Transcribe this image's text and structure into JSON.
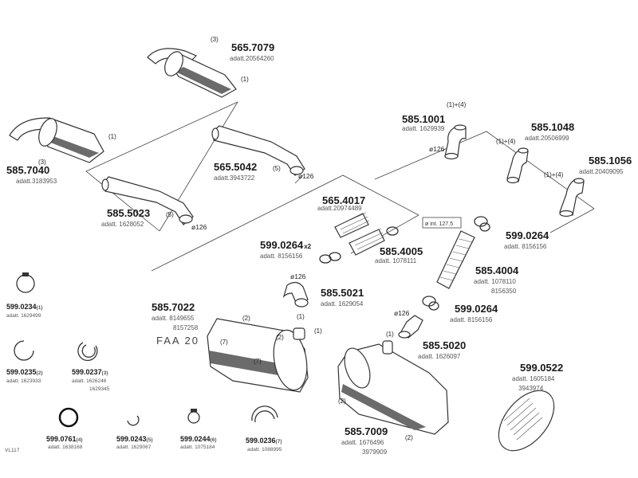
{
  "labels": {
    "p1": {
      "pn": "565.7079",
      "adatt": "adatt.20564260"
    },
    "p2": {
      "pn": "585.7040",
      "adatt": "adatt.3183953"
    },
    "p3": {
      "pn": "565.5042",
      "adatt": "adatt.3943722"
    },
    "p4": {
      "pn": "585.5023",
      "adatt": "adatt. 1628052"
    },
    "p5": {
      "pn": "565.4017",
      "adatt": "adatt.20974489"
    },
    "p6": {
      "pn": "599.0264",
      "suffix": "x2",
      "adatt": "adatt. 8156156"
    },
    "p7": {
      "pn": "585.4005",
      "adatt": "adatt. 1078111"
    },
    "p8": {
      "pn": "585.5021",
      "adatt": "adatt. 1629054"
    },
    "p9": {
      "pn": "585.1001",
      "adatt": "adatt. 1629939"
    },
    "p10": {
      "pn": "585.1048",
      "adatt": "adatt.20506999"
    },
    "p11": {
      "pn": "585.1056",
      "adatt": "adatt.20409095"
    },
    "p12": {
      "pn": "599.0264",
      "adatt": "adatt. 8156156"
    },
    "p13": {
      "pn": "585.4004",
      "adatt": "adatt. 1078110",
      "adatt2": "8156350"
    },
    "p14": {
      "pn": "599.0264",
      "adatt": "adatt. 8156156"
    },
    "p15": {
      "pn": "585.7022",
      "adatt": "adatt. 8149655",
      "adatt2": "8157258"
    },
    "p16": {
      "pn": "585.5020",
      "adatt": "adatt. 1626097"
    },
    "p17": {
      "pn": "599.0522",
      "adatt": "adatt. 1605184",
      "adatt2": "3943974"
    },
    "p18": {
      "pn": "585.7009",
      "adatt": "adatt. 1676496",
      "adatt2": "3979909"
    },
    "c1": {
      "pn": "599.0234",
      "qty": "(1)",
      "adatt": "adatt. 1629499"
    },
    "c2": {
      "pn": "599.0235",
      "qty": "(2)",
      "adatt": "adatt. 1623933"
    },
    "c3": {
      "pn": "599.0237",
      "qty": "(3)",
      "adatt": "adatt. 1626246",
      "adatt2": "1629345"
    },
    "c4": {
      "pn": "599.0761",
      "qty": "(4)",
      "adatt": "adatt. 1638168"
    },
    "c5": {
      "pn": "599.0243",
      "qty": "(5)",
      "adatt": "adatt. 1629067"
    },
    "c6": {
      "pn": "599.0244",
      "qty": "(6)",
      "adatt": "adatt. 1075184"
    },
    "c7": {
      "pn": "599.0236",
      "qty": "(7)",
      "adatt": "adatt. 1088995"
    }
  },
  "markers": {
    "m1": "(1)",
    "m2": "(2)",
    "m3": "(3)",
    "m4": "(4)",
    "m5": "(5)",
    "m7": "(7)",
    "m14": "(1)+(4)"
  },
  "dims": {
    "d126": "ø126",
    "dint": "ø int. 127.5"
  },
  "faa": "FAA 20",
  "code": "VL117"
}
